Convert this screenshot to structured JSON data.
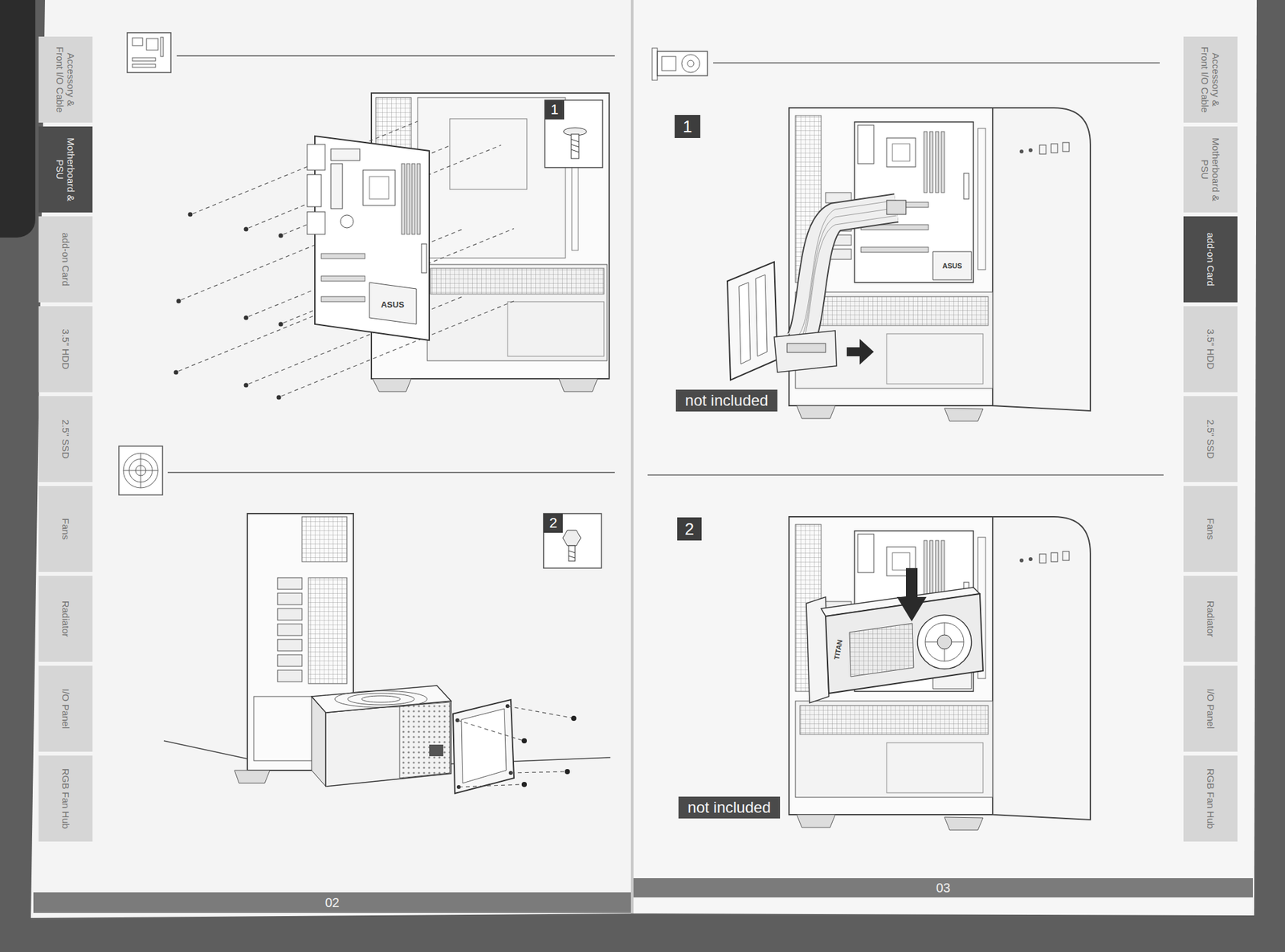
{
  "diagram": {
    "nodes": [
      {
        "text": [
          "Accessory & Front I/O Cable"
        ]
      },
      {
        "text": [
          "Motherboard & PSU"
        ]
      },
      {
        "text": [
          "add-on Card"
        ]
      },
      {
        "text": [
          "3.5\" HDD"
        ]
      },
      {
        "text": [
          "2.5\" SSD"
        ]
      },
      {
        "text": [
          "Fans"
        ]
      },
      {
        "text": [
          "Radiator"
        ]
      },
      {
        "text": [
          "I/O Panel"
        ]
      },
      {
        "text": [
          "RGB Fan Hub"
        ]
      },
      {
        "text": [
          "1"
        ]
      },
      {
        "text": [
          "2"
        ]
      },
      {
        "text": [
          "02"
        ]
      },
      {
        "text": [
          "1"
        ]
      },
      {
        "text": [
          "not included"
        ]
      },
      {
        "text": [
          "2"
        ]
      },
      {
        "text": [
          "not included"
        ]
      },
      {
        "text": [
          "Accessory & Front I/O Cable"
        ]
      },
      {
        "text": [
          "Motherboard & PSU"
        ]
      },
      {
        "text": [
          "add-on Card"
        ]
      },
      {
        "text": [
          "3.5\" HDD"
        ]
      },
      {
        "text": [
          "2.5\" SSD"
        ]
      },
      {
        "text": [
          "Fans"
        ]
      },
      {
        "text": [
          "Radiator"
        ]
      },
      {
        "text": [
          "I/O Panel"
        ]
      },
      {
        "text": [
          "RGB Fan Hub"
        ]
      },
      {
        "text": [
          "03"
        ]
      }
    ],
    "labels": [
      "ASUS",
      "ASUS",
      "TITAN"
    ]
  }
}
